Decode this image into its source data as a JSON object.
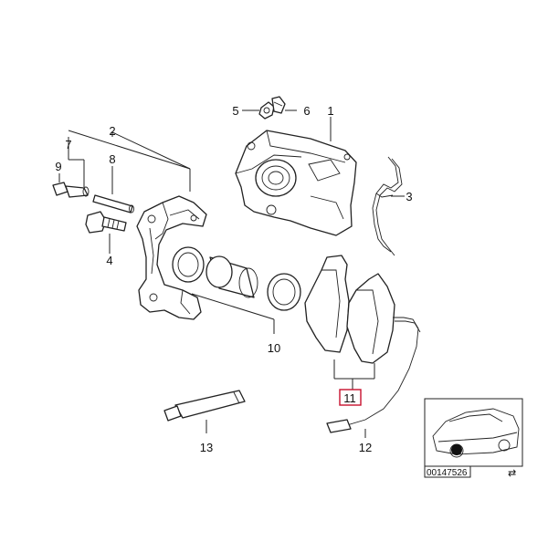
{
  "diagram": {
    "callouts": {
      "c1": "1",
      "c2": "2",
      "c3": "3",
      "c4": "4",
      "c5": "5",
      "c6": "6",
      "c7": "7",
      "c8": "8",
      "c9": "9",
      "c10": "10",
      "c11": "11",
      "c12": "12",
      "c13": "13"
    },
    "highlighted_callout": "11",
    "highlight_color": "#c8102e",
    "inset": {
      "code": "00147526"
    }
  }
}
